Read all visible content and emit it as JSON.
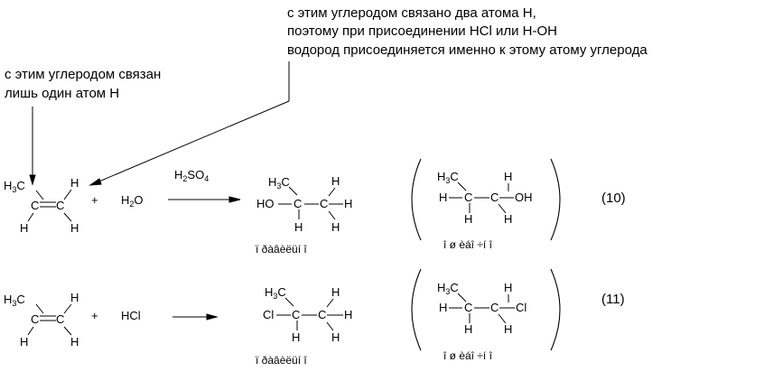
{
  "annotations": {
    "top_right": [
      "с этим углеродом связано два атома Н,",
      "поэтому при присоединении HCl или Н-ОН",
      "водород присоединяется именно к этому атому углерода"
    ],
    "top_left": [
      "с этим углеродом связан",
      "лишь один атом Н"
    ]
  },
  "symbols": {
    "H": "H",
    "C": "C",
    "Cl": "Cl",
    "OH": "OH",
    "HO": "HO",
    "methyl_base": "H",
    "methyl_sub": "3",
    "methyl_tail": "C",
    "plus": "+",
    "water_h": "H",
    "water_sub": "2",
    "water_o": "O",
    "hcl": "HCl",
    "catalyst_h": "H",
    "catalyst_sub2": "2",
    "catalyst_so": "SO",
    "catalyst_sub4": "4"
  },
  "captions": {
    "reaction10_main": "ï ðàâèëüí î",
    "reaction10_alt": "î ø èáî ÷í î",
    "reaction11_main": "ï ðàâèëüí î",
    "reaction11_alt": "î ø èáî ÷í î"
  },
  "equation_numbers": {
    "r10": "(10)",
    "r11": "(11)"
  }
}
